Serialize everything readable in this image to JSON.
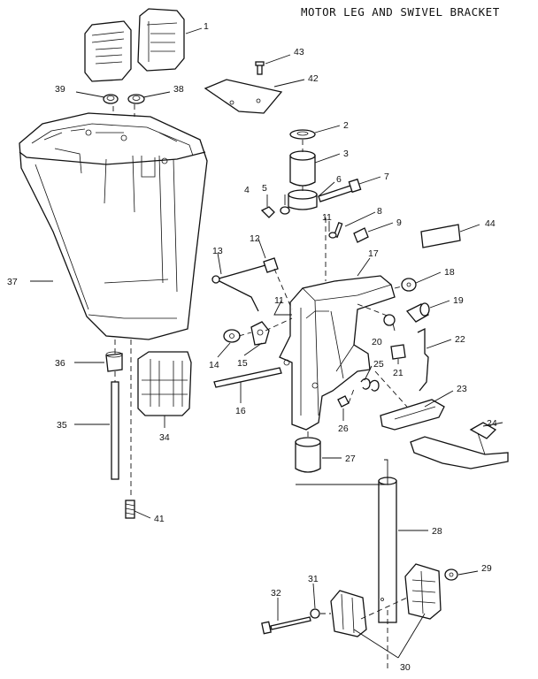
{
  "title": "MOTOR LEG AND SWIVEL BRACKET",
  "callouts": [
    "1",
    "2",
    "3",
    "4",
    "5",
    "6",
    "7",
    "8",
    "9",
    "11",
    "11",
    "12",
    "13",
    "14",
    "15",
    "16",
    "17",
    "18",
    "19",
    "20",
    "21",
    "22",
    "23",
    "24",
    "25",
    "26",
    "27",
    "28",
    "29",
    "30",
    "31",
    "32",
    "34",
    "35",
    "36",
    "37",
    "38",
    "39",
    "41",
    "42",
    "43",
    "44"
  ]
}
